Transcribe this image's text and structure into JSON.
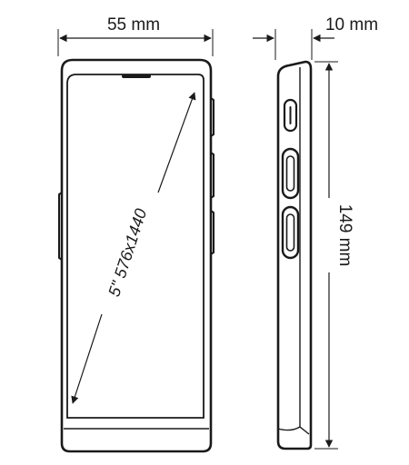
{
  "dimensions": {
    "width_label": "55 mm",
    "depth_label": "10 mm",
    "height_label": "149 mm",
    "screen_label": "5\" 576x1440"
  },
  "colors": {
    "ink": "#1a1a1a",
    "background": "#ffffff"
  }
}
